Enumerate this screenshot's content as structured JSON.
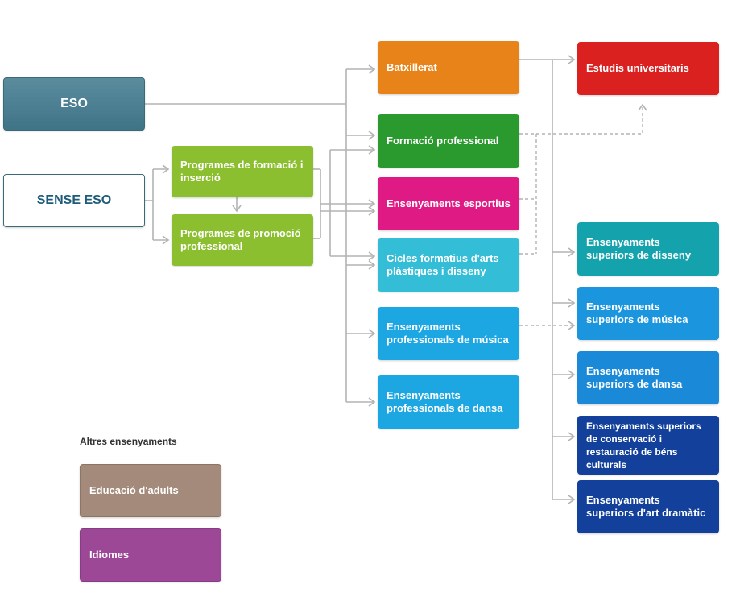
{
  "diagram": {
    "eso": "ESO",
    "sense_eso": "SENSE ESO",
    "programes_formacio": "Programes de formació i inserció",
    "programes_promocio": "Programes de promoció professional",
    "batxillerat": "Batxillerat",
    "formacio_professional": "Formació professional",
    "ensenyaments_esportius": "Ensenyaments esportius",
    "cicles_arts": "Cicles formatius d'arts plàstiques i disseny",
    "ens_prof_musica": "Ensenyaments professionals de música",
    "ens_prof_dansa": "Ensenyaments professionals de dansa",
    "estudis_universitaris": "Estudis universitaris",
    "ens_sup_disseny": "Ensenyaments superiors de disseny",
    "ens_sup_musica": "Ensenyaments superiors de música",
    "ens_sup_dansa": "Ensenyaments superiors de dansa",
    "ens_sup_conservacio": "Ensenyaments superiors de conservació i restauració de béns culturals",
    "ens_sup_art_dramatic": "Ensenyaments superiors d'art dramàtic"
  },
  "altres": {
    "title": "Altres ensenyaments",
    "educacio_adults": "Educació d'adults",
    "idiomes": "Idiomes"
  },
  "colors": {
    "eso": "#4f8496",
    "green": "#8cbf2f",
    "batxillerat": "#e88319",
    "formacio_professional": "#2a9a2e",
    "esportius": "#e01a85",
    "cicles": "#33bdd6",
    "professional_blue": "#1ca7e3",
    "universitaris": "#db2020",
    "disseny": "#14a3ad",
    "navy": "#12409a",
    "adults": "#a38a7a",
    "idiomes": "#9c4897",
    "connector": "#b3b3b3"
  }
}
